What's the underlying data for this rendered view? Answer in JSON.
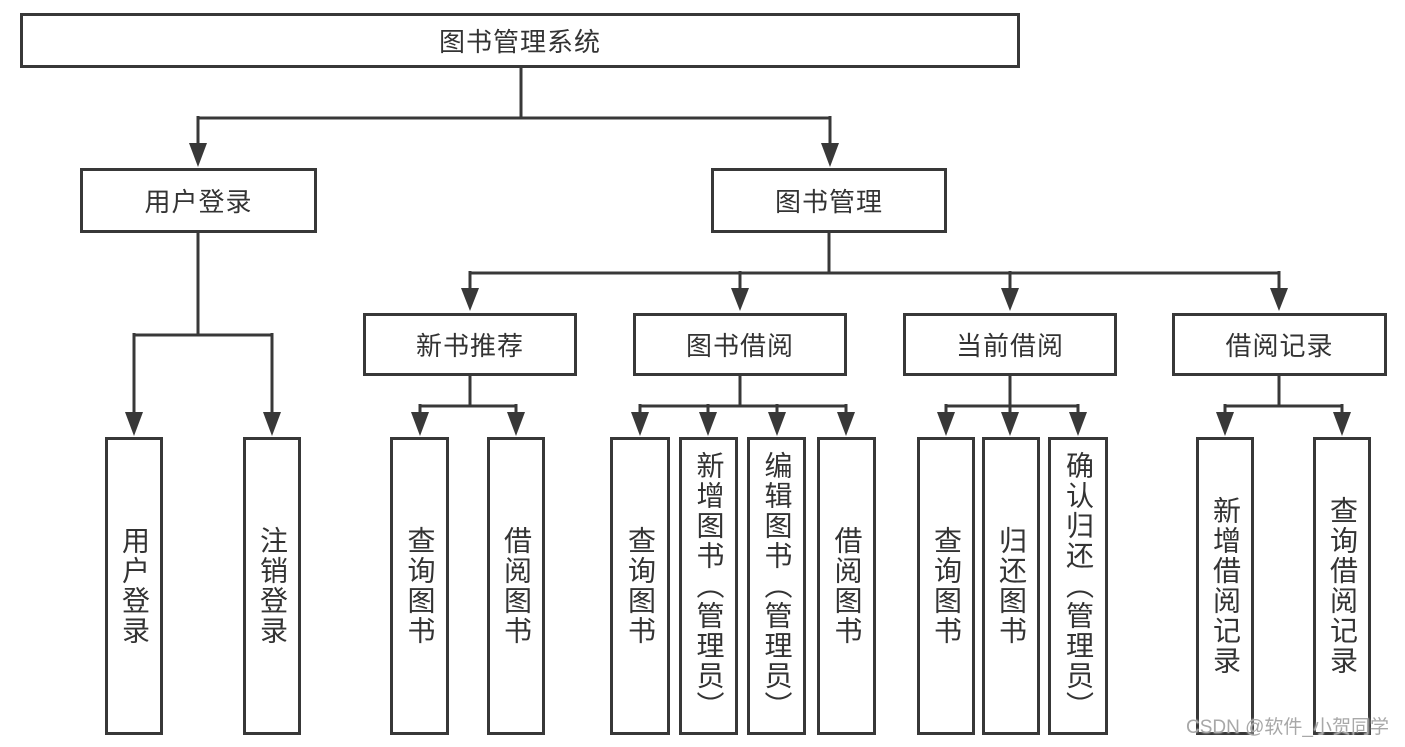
{
  "diagram_title": "图书管理系统",
  "nodes": {
    "root": "图书管理系统",
    "user_login": "用户登录",
    "book_management": "图书管理",
    "new_book_recommend": "新书推荐",
    "book_borrowing": "图书借阅",
    "current_borrowing": "当前借阅",
    "borrowing_records": "借阅记录",
    "login_user_login": "用户登录",
    "login_logout": "注销登录",
    "recommend_query_books": "查询图书",
    "recommend_borrow_books": "借阅图书",
    "borrowing_query_books": "查询图书",
    "borrowing_add_books": "新增图书（管理员）",
    "borrowing_edit_books": "编辑图书（管理员）",
    "borrowing_borrow_books": "借阅图书",
    "current_query_books": "查询图书",
    "current_return_books": "归还图书",
    "current_confirm_return": "确认归还（管理员）",
    "records_add_record": "新增借阅记录",
    "records_query_record": "查询借阅记录"
  },
  "hierarchy": {
    "图书管理系统": {
      "用户登录": [
        "用户登录",
        "注销登录"
      ],
      "图书管理": {
        "新书推荐": [
          "查询图书",
          "借阅图书"
        ],
        "图书借阅": [
          "查询图书",
          "新增图书（管理员）",
          "编辑图书（管理员）",
          "借阅图书"
        ],
        "当前借阅": [
          "查询图书",
          "归还图书",
          "确认归还（管理员）"
        ],
        "借阅记录": [
          "新增借阅记录",
          "查询借阅记录"
        ]
      }
    }
  },
  "watermark": {
    "text": "CSDN @软件_小贺同学"
  },
  "colors": {
    "line": "#383838",
    "text": "#333333",
    "background": "#ffffff",
    "watermark": "#a8a8a8"
  }
}
